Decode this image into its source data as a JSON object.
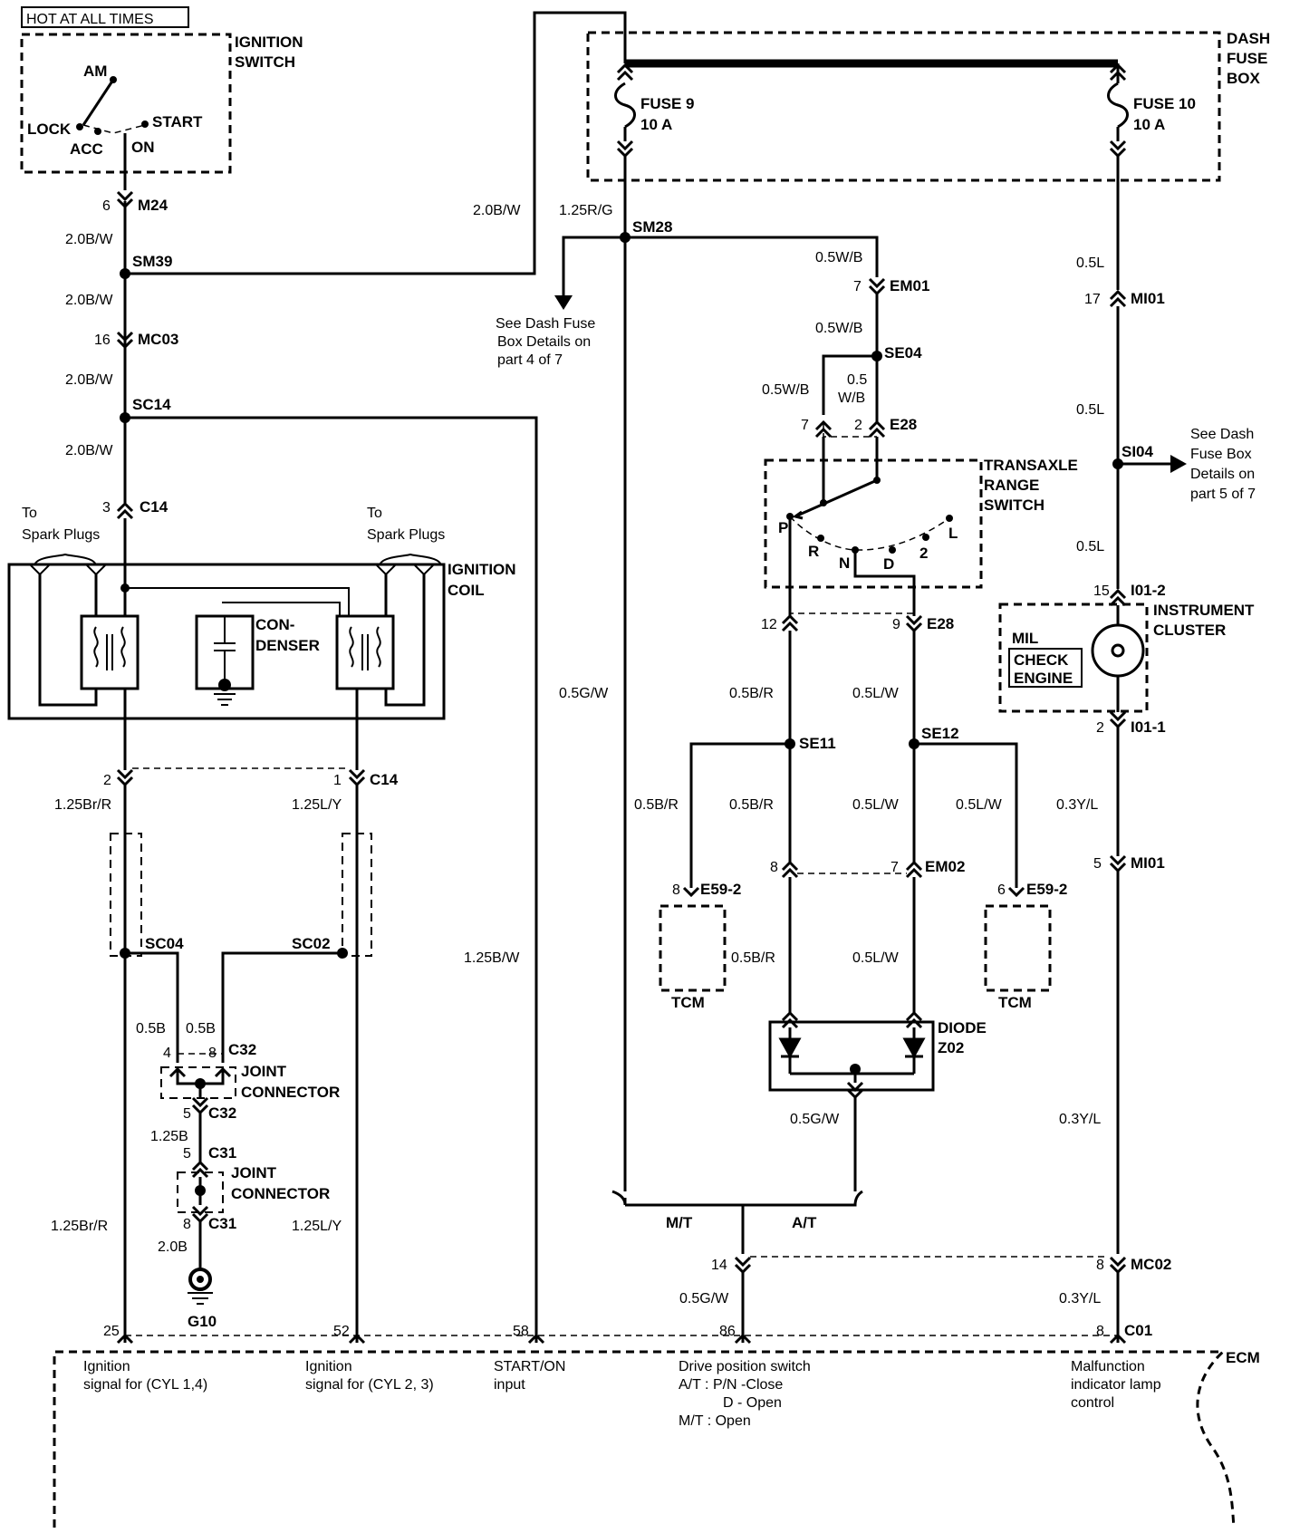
{
  "header": {
    "hot_label": "HOT AT ALL TIMES"
  },
  "ignition_switch": {
    "title1": "IGNITION",
    "title2": "SWITCH",
    "am": "AM",
    "lock": "LOCK",
    "acc": "ACC",
    "on": "ON",
    "start": "START"
  },
  "dash_fuse_box": {
    "title1": "DASH",
    "title2": "FUSE",
    "title3": "BOX",
    "fuse9_name": "FUSE 9",
    "fuse9_rating": "10 A",
    "fuse10_name": "FUSE 10",
    "fuse10_rating": "10 A"
  },
  "connectors": {
    "m24": "M24",
    "m24_pin": "6",
    "sm39": "SM39",
    "mc03": "MC03",
    "mc03_pin": "16",
    "sc14": "SC14",
    "c14_top": "C14",
    "c14_top_pin": "3",
    "c14_left_pin": "2",
    "c14_right": "C14",
    "c14_right_pin": "1",
    "sc04": "SC04",
    "sc02": "SC02",
    "c32_top": "C32",
    "c32_pin_a": "4",
    "c32_pin_b": "8",
    "c32_bottom": "C32",
    "c32_bottom_pin": "5",
    "c31_top": "C31",
    "c31_top_pin": "5",
    "c31_bottom": "C31",
    "c31_bottom_pin": "8",
    "g10": "G10",
    "sm28": "SM28",
    "em01": "EM01",
    "em01_pin": "7",
    "se04": "SE04",
    "e28_top": "E28",
    "e28_pin_a": "7",
    "e28_pin_b": "2",
    "e28_bottom": "E28",
    "e28_bottom_pin_a": "12",
    "e28_bottom_pin_b": "9",
    "se11": "SE11",
    "se12": "SE12",
    "em02": "EM02",
    "em02_pin_a": "8",
    "em02_pin_b": "7",
    "e59_left": "E59-2",
    "e59_left_pin": "8",
    "e59_right": "E59-2",
    "e59_right_pin": "6",
    "mi01_top": "MI01",
    "mi01_top_pin": "17",
    "si04": "SI04",
    "i01_2": "I01-2",
    "i01_2_pin": "15",
    "i01_1": "I01-1",
    "i01_1_pin": "2",
    "mi01_bottom": "MI01",
    "mi01_bottom_pin": "5",
    "mc02": "MC02",
    "mc02_left_pin": "14",
    "mc02_right_pin": "8",
    "c01": "C01",
    "c01_pin": "8",
    "ecm_pin_25": "25",
    "ecm_pin_52": "52",
    "ecm_pin_58": "58",
    "ecm_pin_86": "86"
  },
  "wires": {
    "w_20bw_a": "2.0B/W",
    "w_20bw_b": "2.0B/W",
    "w_20bw_c": "2.0B/W",
    "w_20bw_d": "2.0B/W",
    "w_20bw_top": "2.0B/W",
    "w_125rg": "1.25R/G",
    "w_125brr_a": "1.25Br/R",
    "w_125ly_a": "1.25L/Y",
    "w_05b_a": "0.5B",
    "w_05b_b": "0.5B",
    "w_125b": "1.25B",
    "w_20b": "2.0B",
    "w_125brr_b": "1.25Br/R",
    "w_125ly_b": "1.25L/Y",
    "w_125bw": "1.25B/W",
    "w_05gw_a": "0.5G/W",
    "w_05wb_a": "0.5W/B",
    "w_05wb_b": "0.5W/B",
    "w_05wb_c": "0.5W/B",
    "w_05wb_d1": "0.5",
    "w_05wb_d2": "W/B",
    "w_05br_a": "0.5B/R",
    "w_05lw_a": "0.5L/W",
    "w_05br_b": "0.5B/R",
    "w_05br_c": "0.5B/R",
    "w_05lw_b": "0.5L/W",
    "w_05lw_c": "0.5L/W",
    "w_05br_d": "0.5B/R",
    "w_05lw_d": "0.5L/W",
    "w_05gw_b": "0.5G/W",
    "w_05gw_c": "0.5G/W",
    "w_05l_a": "0.5L",
    "w_05l_b": "0.5L",
    "w_05l_c": "0.5L",
    "w_03yl_a": "0.3Y/L",
    "w_03yl_b": "0.3Y/L",
    "w_03yl_c": "0.3Y/L"
  },
  "components": {
    "spark_left1": "To",
    "spark_left2": "Spark Plugs",
    "spark_right1": "To",
    "spark_right2": "Spark Plugs",
    "coil1": "IGNITION",
    "coil2": "COIL",
    "condenser1": "CON-",
    "condenser2": "DENSER",
    "joint1a": "JOINT",
    "joint1b": "CONNECTOR",
    "joint2a": "JOINT",
    "joint2b": "CONNECTOR",
    "trs1": "TRANSAXLE",
    "trs2": "RANGE",
    "trs3": "SWITCH",
    "p": "P",
    "r": "R",
    "n": "N",
    "d": "D",
    "two": "2",
    "l": "L",
    "tcm_left": "TCM",
    "tcm_right": "TCM",
    "diode1": "DIODE",
    "diode2": "Z02",
    "ic1": "INSTRUMENT",
    "ic2": "CLUSTER",
    "mil": "MIL",
    "check": "CHECK",
    "engine": "ENGINE",
    "mt": "M/T",
    "at": "A/T",
    "ecm": "ECM"
  },
  "notes": {
    "see_dash4_1": "See Dash Fuse",
    "see_dash4_2": "Box Details on",
    "see_dash4_3": "part 4 of 7",
    "see_dash5_1": "See Dash",
    "see_dash5_2": "Fuse Box",
    "see_dash5_3": "Details on",
    "see_dash5_4": "part 5 of 7"
  },
  "ecm_inputs": {
    "ign14_1": "Ignition",
    "ign14_2": "signal for (CYL 1,4)",
    "ign23_1": "Ignition",
    "ign23_2": "signal for (CYL 2, 3)",
    "start_1": "START/ON",
    "start_2": "input",
    "drive_1": "Drive position switch",
    "drive_2": "A/T : P/N -Close",
    "drive_3": "D - Open",
    "drive_4": "M/T : Open",
    "mil_1": "Malfunction",
    "mil_2": "indicator lamp",
    "mil_3": "control"
  }
}
